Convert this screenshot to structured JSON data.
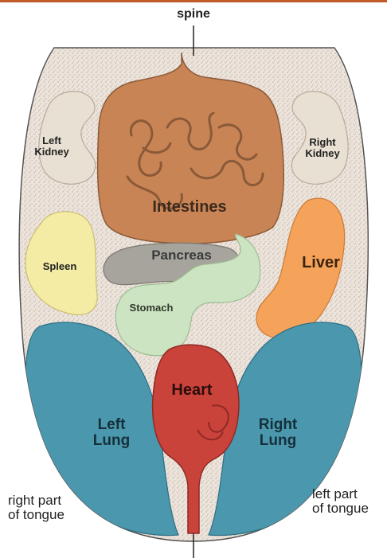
{
  "diagram": {
    "top_label": "spine",
    "organs": {
      "intestines": "Intestines",
      "left_kidney": [
        "Left",
        "Kidney"
      ],
      "right_kidney": [
        "Right",
        "Kidney"
      ],
      "spleen": "Spleen",
      "pancreas": "Pancreas",
      "liver": "Liver",
      "stomach": "Stomach",
      "heart": "Heart",
      "left_lung": [
        "Left",
        "Lung"
      ],
      "right_lung": [
        "Right",
        "Lung"
      ]
    },
    "side_labels": {
      "bottom_left": [
        "right part",
        "of tongue"
      ],
      "bottom_right": [
        "left part",
        "of tongue"
      ]
    },
    "colors": {
      "tongue": "#ece3db",
      "intestines": "#c98455",
      "kidney": "#e8e0d2",
      "spleen": "#f4eca4",
      "pancreas": "#a6a49c",
      "liver": "#f5a25a",
      "stomach": "#cde4c3",
      "heart": "#c9433b",
      "lung": "#4a97ae",
      "border": "#c05a2a"
    }
  }
}
